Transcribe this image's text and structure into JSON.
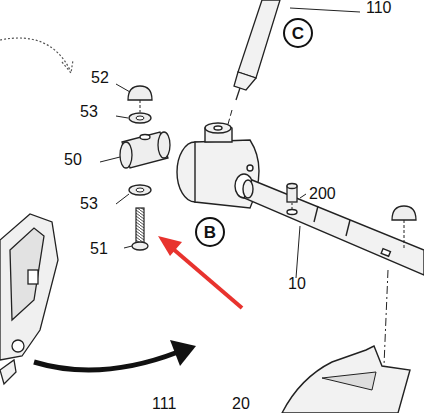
{
  "diagram": {
    "nodes": [
      {
        "text": [
          "C"
        ]
      },
      {
        "text": [
          "B"
        ]
      }
    ],
    "labels": [
      "110",
      "52",
      "53",
      "50",
      "53",
      "51",
      "200",
      "10",
      "111",
      "20"
    ]
  }
}
